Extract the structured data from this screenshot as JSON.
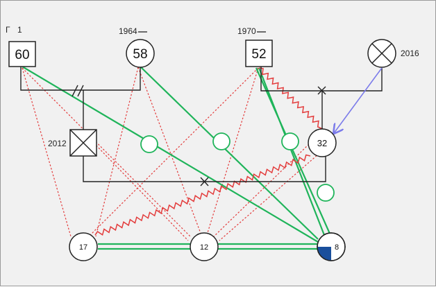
{
  "people": {
    "p60": {
      "age": "60",
      "year": "1",
      "year_prefix": "Γ"
    },
    "p58": {
      "age": "58",
      "year": "1964"
    },
    "p52": {
      "age": "52",
      "year": "1970"
    },
    "p2016": {
      "age": "",
      "year": "2016"
    },
    "p2012": {
      "age": "",
      "year": "2012"
    },
    "p32": {
      "age": "32"
    },
    "p17": {
      "age": "17"
    },
    "p12": {
      "age": "12"
    },
    "p8": {
      "age": "8"
    }
  },
  "colors": {
    "family_line": "#222222",
    "close_relation": "#1fb45a",
    "distant_relation": "#e33b3b",
    "conflict_relation": "#e33b3b",
    "influence_arrow": "#7b7bea",
    "quadrant_fill": "#1a4f9c"
  }
}
